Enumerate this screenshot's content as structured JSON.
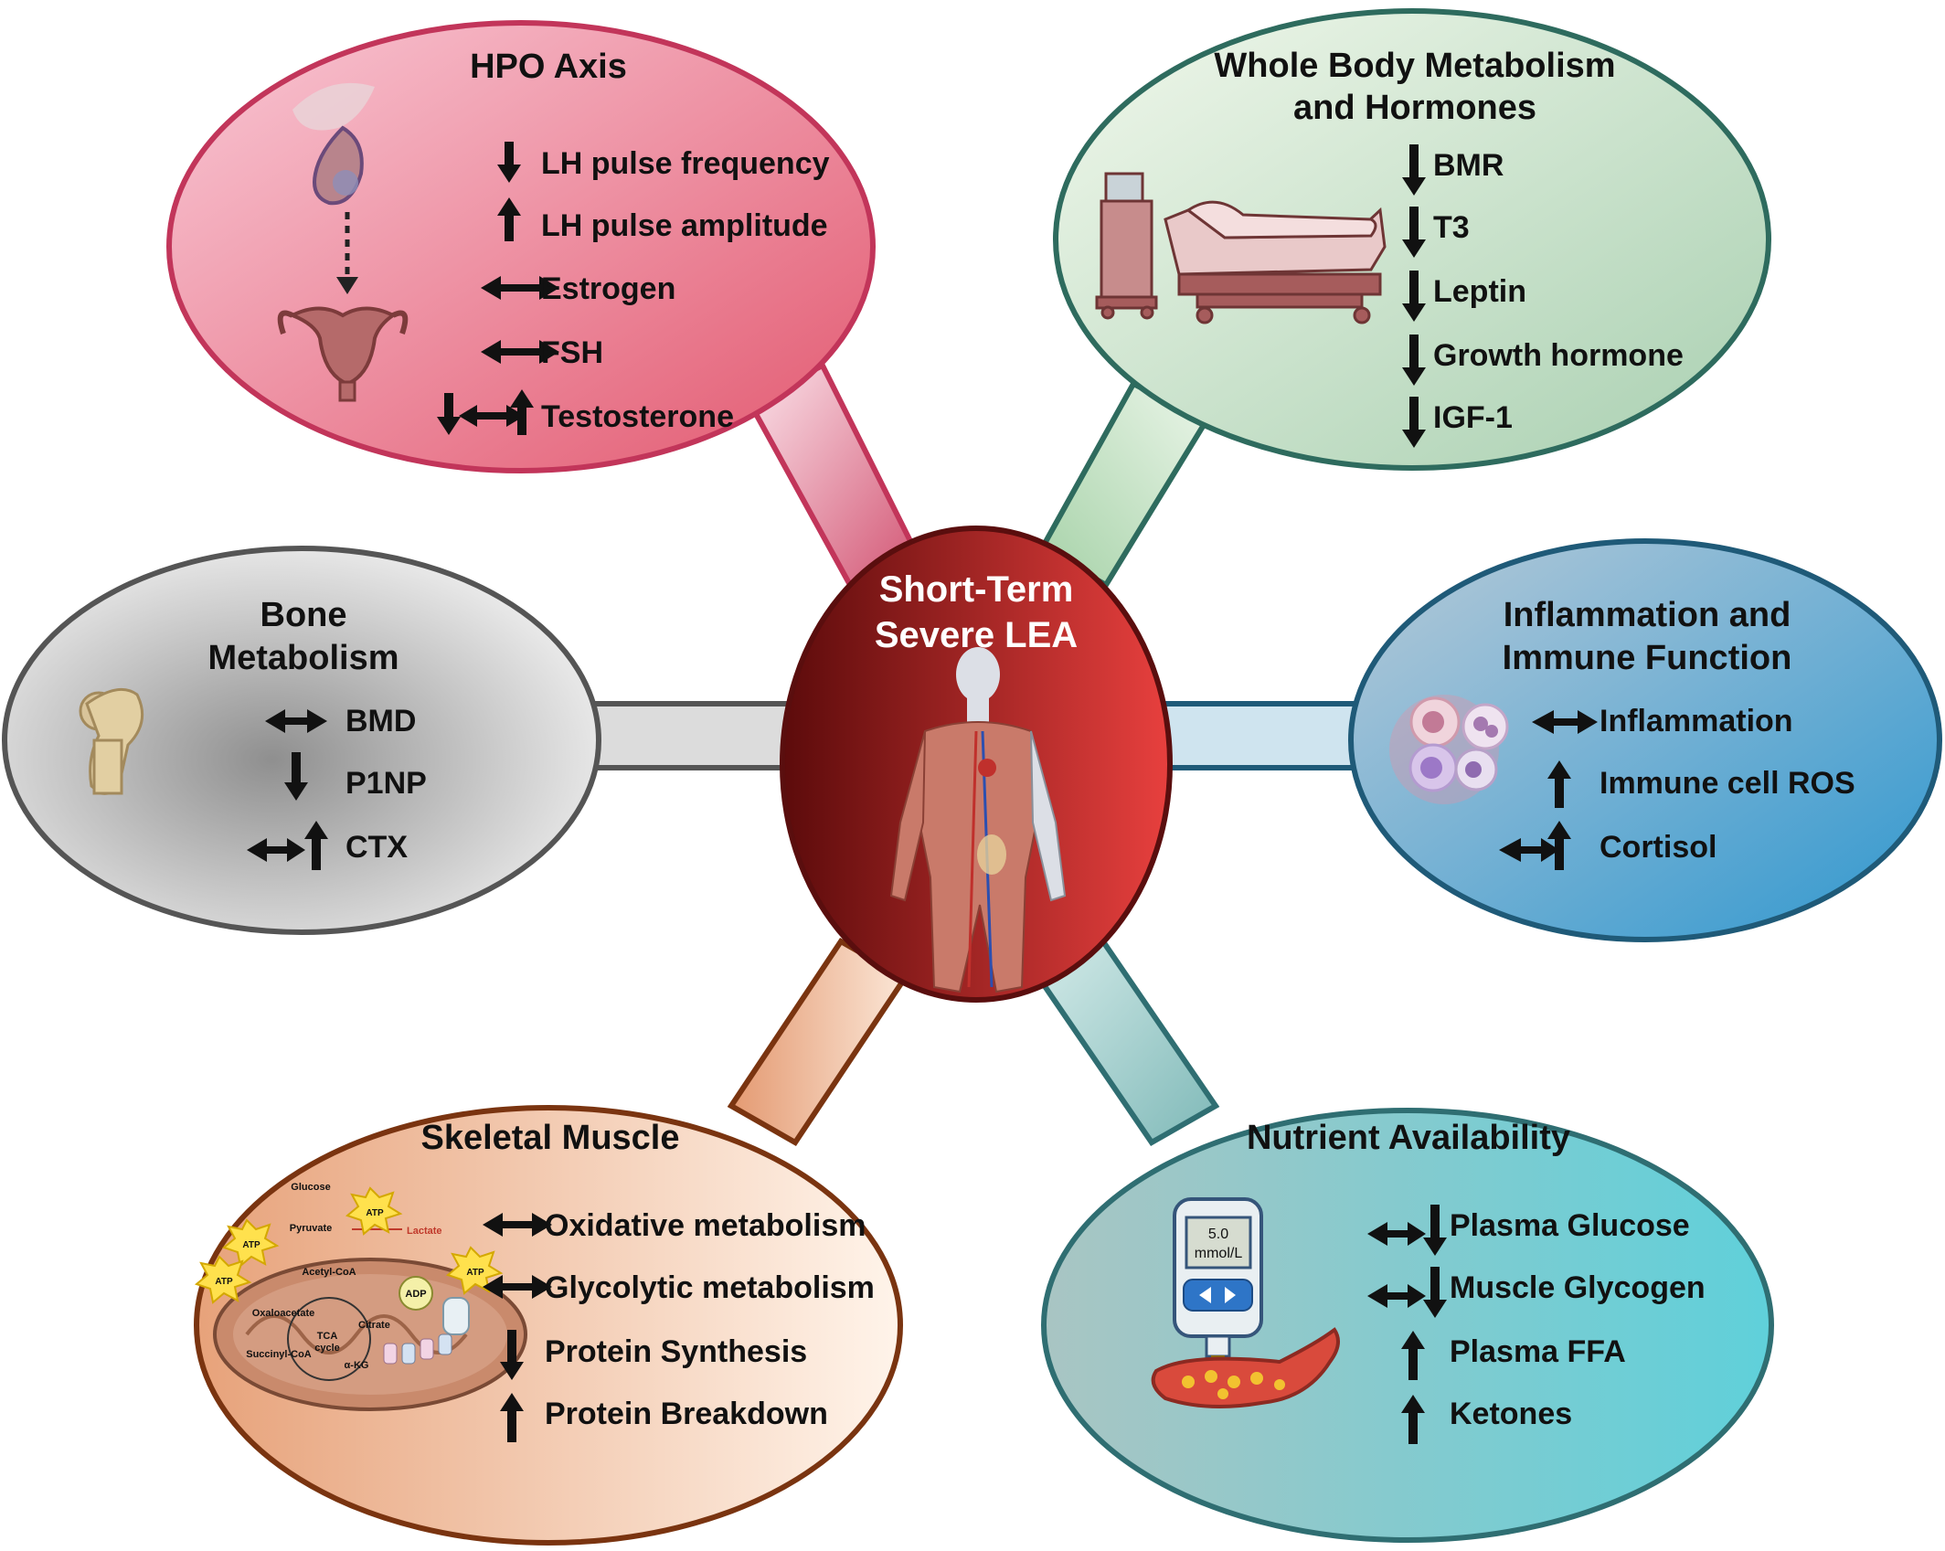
{
  "center": {
    "title_line1": "Short-Term",
    "title_line2": "Severe LEA"
  },
  "hpo": {
    "title": "HPO Axis",
    "items": [
      {
        "label": "LH pulse frequency",
        "trend": "down"
      },
      {
        "label": "LH pulse amplitude",
        "trend": "up"
      },
      {
        "label": "Estrogen",
        "trend": "no change"
      },
      {
        "label": "FSH",
        "trend": "no change"
      },
      {
        "label": "Testosterone",
        "trend": "down / no change / up"
      }
    ]
  },
  "metabolism": {
    "title_line1": "Whole Body Metabolism",
    "title_line2": "and Hormones",
    "items": [
      {
        "label": "BMR",
        "trend": "down"
      },
      {
        "label": "T3",
        "trend": "down"
      },
      {
        "label": "Leptin",
        "trend": "down"
      },
      {
        "label": "Growth hormone",
        "trend": "down"
      },
      {
        "label": "IGF-1",
        "trend": "down"
      }
    ]
  },
  "bone": {
    "title_line1": "Bone",
    "title_line2": "Metabolism",
    "items": [
      {
        "label": "BMD",
        "trend": "no change"
      },
      {
        "label": "P1NP",
        "trend": "down"
      },
      {
        "label": "CTX",
        "trend": "no change / up"
      }
    ]
  },
  "immune": {
    "title_line1": "Inflammation and",
    "title_line2": "Immune Function",
    "items": [
      {
        "label": "Inflammation",
        "trend": "no change"
      },
      {
        "label": "Immune cell ROS",
        "trend": "up"
      },
      {
        "label": "Cortisol",
        "trend": "no change / up"
      }
    ]
  },
  "muscle": {
    "title": "Skeletal Muscle",
    "items": [
      {
        "label": "Oxidative metabolism",
        "trend": "no change"
      },
      {
        "label": "Glycolytic metabolism",
        "trend": "no change"
      },
      {
        "label": "Protein Synthesis",
        "trend": "down"
      },
      {
        "label": "Protein Breakdown",
        "trend": "up"
      }
    ],
    "diagram_labels": {
      "glucose": "Glucose",
      "pyruvate": "Pyruvate",
      "lactate": "Lactate",
      "acetyl_coa": "Acetyl-CoA",
      "oxaloacetate": "Oxaloacetate",
      "citrate": "Citrate",
      "tca1": "TCA",
      "tca2": "cycle",
      "succinyl": "Succinyl-CoA",
      "akg": "α-KG",
      "atp": "ATP",
      "adp": "ADP"
    }
  },
  "nutrient": {
    "title": "Nutrient Availability",
    "items": [
      {
        "label": "Plasma Glucose",
        "trend": "no change / down"
      },
      {
        "label": "Muscle Glycogen",
        "trend": "no change / down"
      },
      {
        "label": "Plasma FFA",
        "trend": "up"
      },
      {
        "label": "Ketones",
        "trend": "up"
      }
    ],
    "meter_line1": "5.0",
    "meter_line2": "mmol/L"
  },
  "colors": {
    "hpo": "#c2355a",
    "metabolism": "#2e6b5e",
    "bone": "#555555",
    "immune": "#1f5a78",
    "muscle": "#7a3410",
    "nutrient": "#2f6e72",
    "center": "#b52a2a"
  }
}
